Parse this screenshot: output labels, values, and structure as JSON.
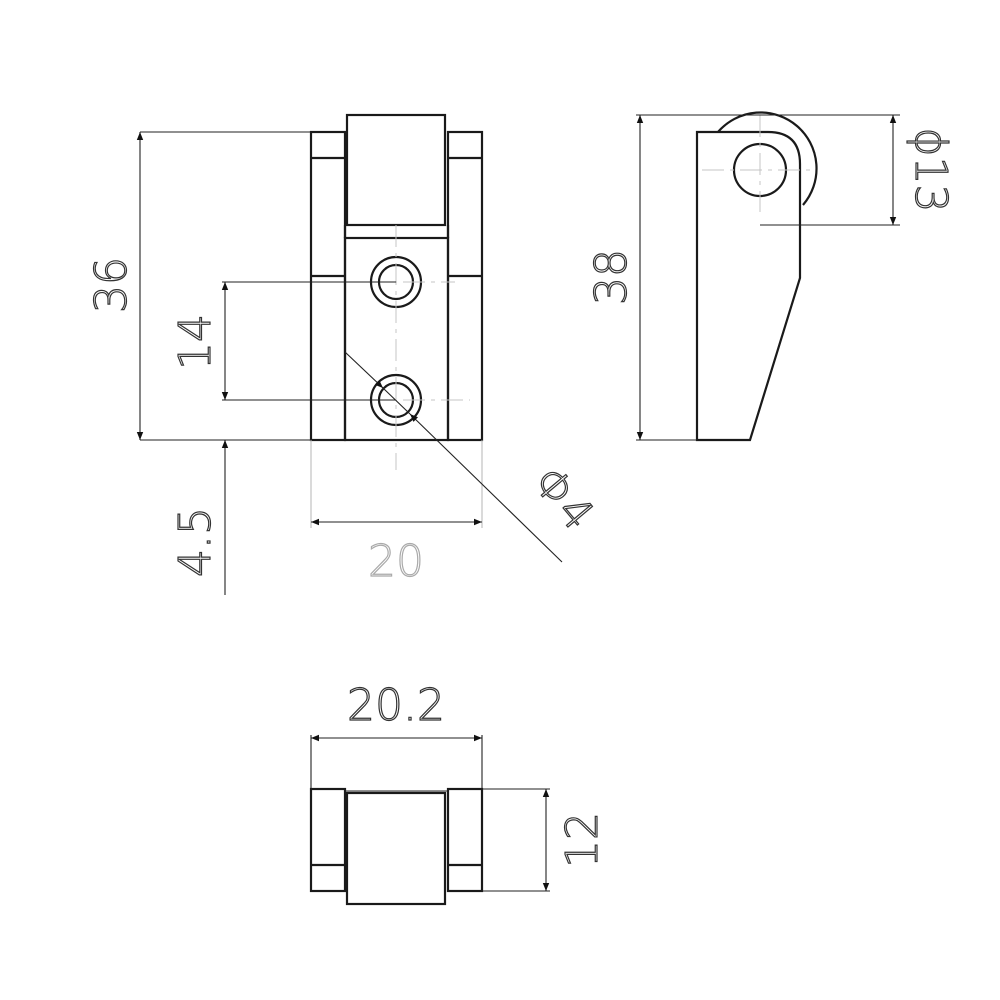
{
  "drawing": {
    "front_view": {
      "dim_height": "36",
      "dim_hole_spacing": "14",
      "dim_offset": "4.5",
      "dim_width": "20",
      "dim_hole_diameter": "Φ4"
    },
    "side_view": {
      "dim_height": "38",
      "dim_knuckle_diameter": "ϕ13"
    },
    "top_view": {
      "dim_width": "20.2",
      "dim_depth": "12"
    }
  }
}
